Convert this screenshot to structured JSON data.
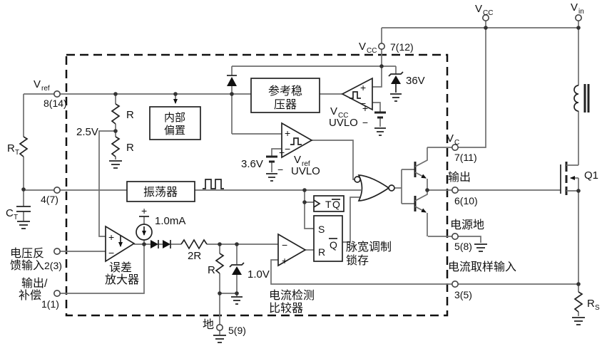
{
  "colors": {
    "background": "#ffffff",
    "wire": "#6e6e6e",
    "symbol": "#1c1c1c"
  },
  "pins": {
    "vref": {
      "main": "V",
      "sub": "ref",
      "number": "8(14)"
    },
    "rtct": {
      "number": "4(7)"
    },
    "vfb": {
      "line1": "电压反",
      "line2": "馈输入",
      "number": "2(3)"
    },
    "comp": {
      "line1": "输出/",
      "line2": "补偿",
      "number": "1(1)"
    },
    "gnd": {
      "label": "地",
      "number": "5(9)"
    },
    "vcc": {
      "main": "V",
      "sub": "CC",
      "number": "7(12)"
    },
    "vc": {
      "main": "V",
      "sub": "C",
      "number": "7(11)"
    },
    "out": {
      "label": "输出",
      "number": "6(10)"
    },
    "pwrgnd": {
      "label": "电源地",
      "number": "5(8)"
    },
    "cs": {
      "label": "电流取样输入",
      "number": "3(5)"
    }
  },
  "terminals": {
    "vcc": {
      "main": "V",
      "sub": "CC"
    },
    "vin": {
      "main": "V",
      "sub": "in"
    }
  },
  "blocks": {
    "ref_reg": {
      "line1": "参考稳",
      "line2": "压器"
    },
    "bias": {
      "line1": "内部",
      "line2": "偏置"
    },
    "osc": {
      "label": "振荡器"
    },
    "vcc_uvlo": {
      "main": "V",
      "sub": "CC",
      "line2": "UVLO",
      "plus": "+",
      "minus": "−"
    },
    "vref_uvlo": {
      "main": "V",
      "sub": "ref",
      "line2": "UVLO",
      "plus": "+",
      "minus": "−"
    },
    "err_amp": {
      "line1": "误差",
      "line2": "放大器",
      "plus": "+",
      "minus": "−"
    },
    "cs_comp": {
      "line1": "电流检测",
      "line2": "比较器",
      "plus": "+",
      "minus": "−"
    },
    "tff": {
      "t": "T",
      "q": "Q"
    },
    "latch": {
      "s": "S",
      "r": "R",
      "q": "Q",
      "line1": "脉宽调制",
      "line2": "锁存"
    }
  },
  "parts": {
    "rt": {
      "main": "R",
      "sub": "T"
    },
    "ct": {
      "main": "C",
      "sub": "T"
    },
    "rs": {
      "main": "R",
      "sub": "S"
    },
    "q1": "Q1",
    "r_div_top": "R",
    "r_div_bot": "R",
    "v_2p5": "2.5V",
    "zener_36": "36V",
    "batt_3p6": "3.6V",
    "batt_plus": "+",
    "batt_minus": "−",
    "ref_plus": "+",
    "ref_minus": "−",
    "isrc": "1.0mA",
    "isrc_plus": "+",
    "r_2r": "2R",
    "r_mid": "R",
    "zener_1": "1.0V"
  }
}
